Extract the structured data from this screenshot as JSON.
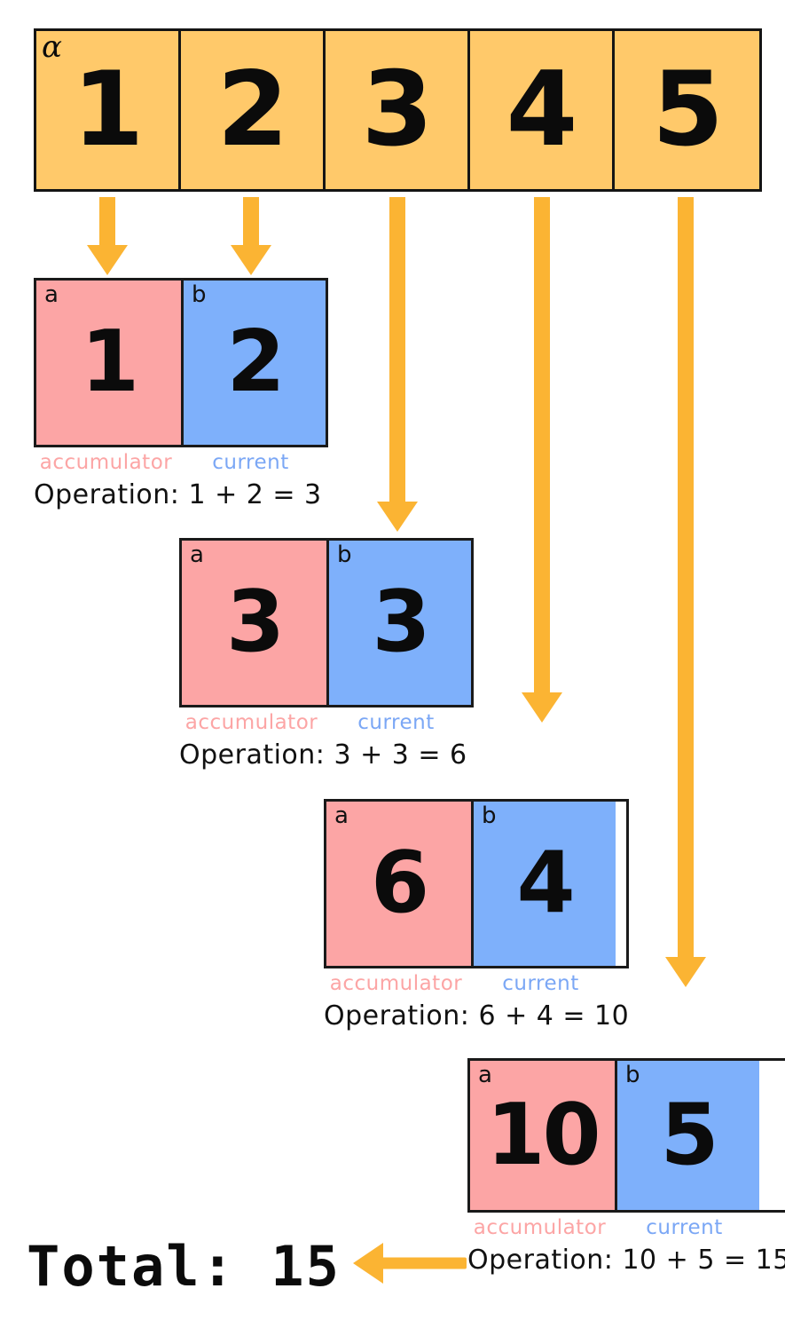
{
  "source_array": {
    "tag": "α",
    "values": [
      "1",
      "2",
      "3",
      "4",
      "5"
    ]
  },
  "labels": {
    "acc_tag": "a",
    "cur_tag": "b",
    "acc_legend": "accumulator",
    "cur_legend": "current"
  },
  "steps": [
    {
      "acc": "1",
      "cur": "2",
      "operation": "Operation: 1 + 2 = 3"
    },
    {
      "acc": "3",
      "cur": "3",
      "operation": "Operation: 3 + 3 = 6"
    },
    {
      "acc": "6",
      "cur": "4",
      "operation": "Operation: 6 + 4 = 10"
    },
    {
      "acc": "10",
      "cur": "5",
      "operation": "Operation: 10 + 5 = 15"
    }
  ],
  "total": {
    "text": "Total: 15",
    "value": "15"
  },
  "colors": {
    "array_cell": "#ffc96a",
    "arrow": "#fbb433",
    "accumulator": "#fca5a5",
    "current": "#7eb0fb",
    "accumulator_label": "#fca5a5",
    "current_label": "#7ba7f5",
    "stroke": "#141414",
    "text": "#0b0b0b",
    "background": "#ffffff"
  }
}
